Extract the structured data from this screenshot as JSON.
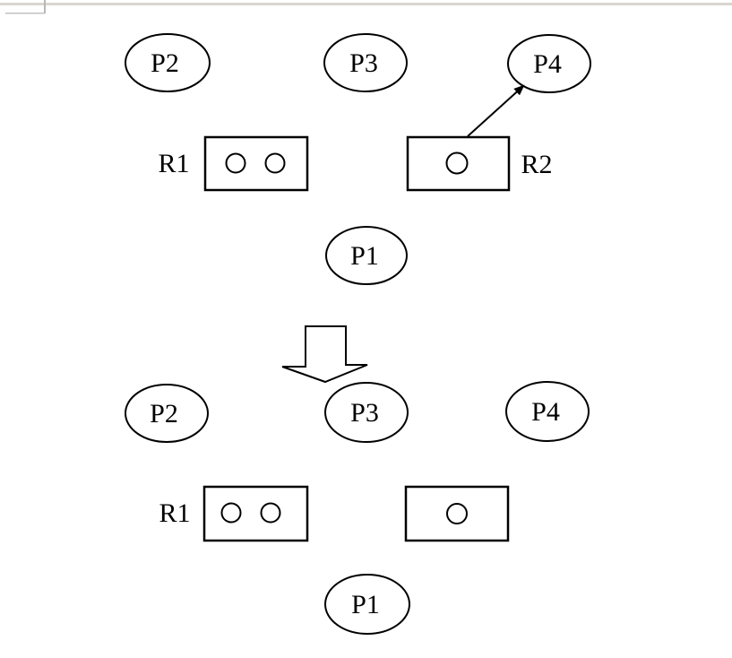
{
  "colors": {
    "background": "#ffffff",
    "shape_stroke": "#000000",
    "label_text": "#000000",
    "grid_band": "#d9d6d0",
    "grid_line": "#bdbdbd"
  },
  "top_diagram": {
    "p2_label": "P2",
    "p3_label": "P3",
    "p4_label": "P4",
    "p1_label": "P1",
    "r1_label": "R1",
    "r2_label": "R2",
    "r1_instance_count": 2,
    "r2_instance_count": 1,
    "assignment_edge": "R2 -> P4"
  },
  "transition": {
    "arrow_direction": "down"
  },
  "bottom_diagram": {
    "p2_label": "P2",
    "p3_label": "P3",
    "p4_label": "P4",
    "p1_label": "P1",
    "r1_label": "R1",
    "r1_instance_count": 2,
    "unlabeled_resource_instance_count": 1
  }
}
